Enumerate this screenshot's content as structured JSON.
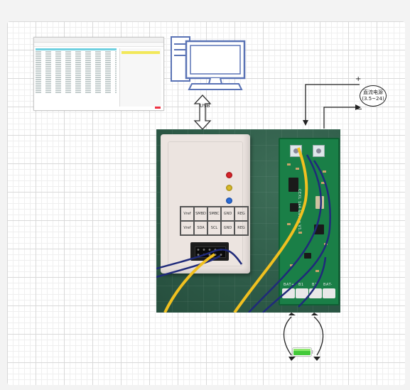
{
  "labels": {
    "usb": "USB",
    "plus": "+",
    "minus": "−",
    "power_supply_name": "直流电源",
    "power_supply_range": "(3.5~24)"
  },
  "programmer": {
    "pins_row1": [
      "Vref",
      "SMBD",
      "SMBC",
      "GND",
      "REG"
    ],
    "pins_row2": [
      "Vref",
      "SDA",
      "SCL",
      "GND",
      "REG"
    ],
    "led_colors": [
      "#e0242a",
      "#e0c02a",
      "#2a6ee0"
    ]
  },
  "pcb": {
    "silk_text": "CEXL 1s4 Gauge V1.1",
    "connector_labels": [
      "BAT+",
      "B1",
      "B2",
      "BAT-"
    ]
  },
  "icons": [
    "computer-icon",
    "double-arrow-icon",
    "battery-icon"
  ],
  "colors": {
    "grid_major": "#d9d9d9",
    "pcb_green": "#1a7f47",
    "battery_green": "#43c93a",
    "wire_blue": "#1f2a7a",
    "wire_yellow": "#f0c020",
    "computer_blue": "#5a73b5"
  }
}
